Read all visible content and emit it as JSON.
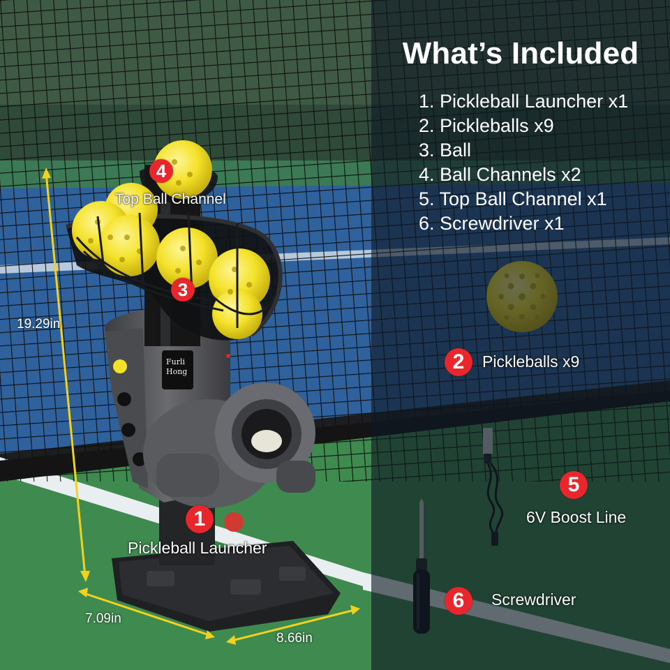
{
  "heading": "What’s Included",
  "included_items": [
    "1. Pickleball Launcher x1",
    "2. Pickleballs x9",
    "3. Ball",
    "4. Ball Channels x2",
    "5. Top Ball Channel x1",
    "6. Screwdriver x1"
  ],
  "callouts": {
    "c1": {
      "number": "1",
      "text": "Pickleball Launcher"
    },
    "c2": {
      "number": "2",
      "text": "Pickleballs x9"
    },
    "c3": {
      "number": "3"
    },
    "c4": {
      "number": "4",
      "text": "Top Ball Channel"
    },
    "c5": {
      "number": "5",
      "text": "6V Boost Line"
    },
    "c6": {
      "number": "6",
      "text": "Screwdriver"
    }
  },
  "dimensions": {
    "height": "19.29in",
    "depth": "7.09in",
    "width": "8.66in"
  },
  "device_brand": "Furli Hong",
  "colors": {
    "badge": "#e8262b",
    "ball": "#f4e22a",
    "dimension_line": "#f2d21c",
    "court_green": "#3f8a4e",
    "court_blue": "#2d5f9a"
  }
}
